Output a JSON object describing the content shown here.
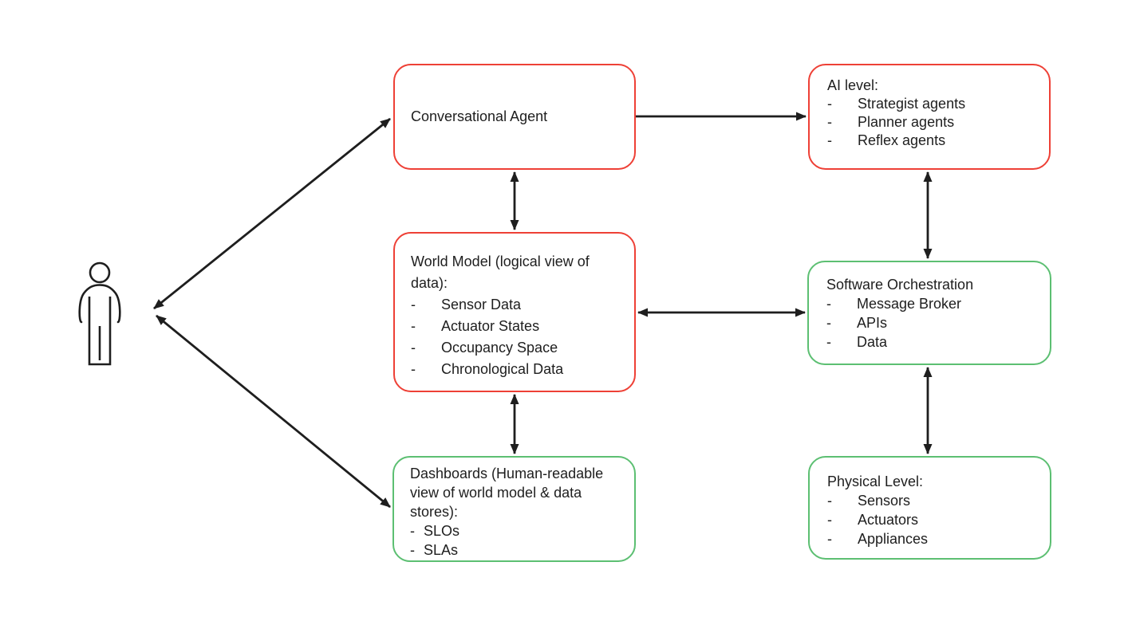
{
  "diagram": {
    "background": "#ffffff",
    "bullet": "-",
    "colors": {
      "red_border": "#ee4036",
      "green_border": "#5cbf72",
      "arrow": "#1e1e1e",
      "text": "#1e1e1e"
    },
    "person": {
      "name": "user-figure"
    },
    "boxes": [
      {
        "id": "conversational-agent",
        "border": "red",
        "title": "Conversational Agent",
        "items": []
      },
      {
        "id": "ai-level",
        "border": "red",
        "title": "AI level:",
        "items": [
          "Strategist agents",
          "Planner agents",
          "Reflex agents"
        ]
      },
      {
        "id": "world-model",
        "border": "red",
        "title": "World Model (logical view of data):",
        "items": [
          "Sensor Data",
          "Actuator States",
          "Occupancy Space",
          "Chronological Data"
        ]
      },
      {
        "id": "software-orchestration",
        "border": "green",
        "title": "Software Orchestration",
        "items": [
          "Message Broker",
          "APIs",
          "Data"
        ]
      },
      {
        "id": "dashboards",
        "border": "green",
        "title": "Dashboards (Human-readable view of world model & data stores):",
        "items": [
          "SLOs",
          "SLAs"
        ]
      },
      {
        "id": "physical-level",
        "border": "green",
        "title": "Physical Level:",
        "items": [
          "Sensors",
          "Actuators",
          "Appliances"
        ]
      }
    ],
    "connections": [
      {
        "from": "user",
        "to": "conversational-agent",
        "bidirectional": true
      },
      {
        "from": "user",
        "to": "dashboards",
        "bidirectional": true
      },
      {
        "from": "conversational-agent",
        "to": "ai-level",
        "bidirectional": false
      },
      {
        "from": "conversational-agent",
        "to": "world-model",
        "bidirectional": true
      },
      {
        "from": "world-model",
        "to": "software-orchestration",
        "bidirectional": true
      },
      {
        "from": "world-model",
        "to": "dashboards",
        "bidirectional": true
      },
      {
        "from": "ai-level",
        "to": "software-orchestration",
        "bidirectional": true
      },
      {
        "from": "software-orchestration",
        "to": "physical-level",
        "bidirectional": true
      }
    ]
  }
}
